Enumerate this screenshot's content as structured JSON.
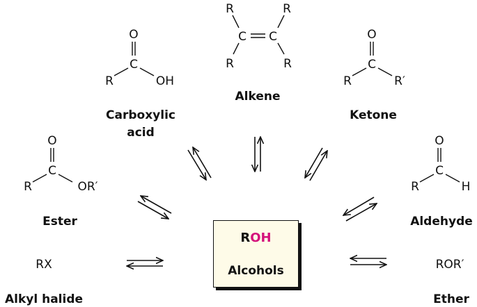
{
  "colors": {
    "text": "#111111",
    "hydroxyl_highlight": "#d4127b",
    "center_box_fill": "#fefbe8",
    "background": "#ffffff"
  },
  "center": {
    "formula_r": "R",
    "formula_oh": "OH",
    "label": "Alcohols"
  },
  "groups": {
    "alkene": {
      "label": "Alkene",
      "atoms": {
        "r_top_left": "R",
        "r_top_right": "R",
        "c_left": "C",
        "c_right": "C",
        "r_bottom_left": "R",
        "r_bottom_right": "R"
      }
    },
    "carboxylic_acid": {
      "label_line1": "Carboxylic",
      "label_line2": "acid",
      "atoms": {
        "o": "O",
        "c": "C",
        "r": "R",
        "oh": "OH"
      }
    },
    "ketone": {
      "label": "Ketone",
      "atoms": {
        "o": "O",
        "c": "C",
        "r": "R",
        "r_prime": "R′"
      }
    },
    "ester": {
      "label": "Ester",
      "atoms": {
        "o": "O",
        "c": "C",
        "r": "R",
        "or_prime": "OR′"
      }
    },
    "aldehyde": {
      "label": "Aldehyde",
      "atoms": {
        "o": "O",
        "c": "C",
        "r": "R",
        "h": "H"
      }
    },
    "alkyl_halide": {
      "label": "Alkyl halide",
      "formula": "RX"
    },
    "ether": {
      "label": "Ether",
      "formula": "ROR′"
    }
  },
  "arrows": [
    {
      "from": "carboxylic_acid",
      "to": "alcohols",
      "type": "equilibrium"
    },
    {
      "from": "alkene",
      "to": "alcohols",
      "type": "equilibrium"
    },
    {
      "from": "ketone",
      "to": "alcohols",
      "type": "equilibrium"
    },
    {
      "from": "ester",
      "to": "alcohols",
      "type": "equilibrium"
    },
    {
      "from": "aldehyde",
      "to": "alcohols",
      "type": "equilibrium"
    },
    {
      "from": "alkyl_halide",
      "to": "alcohols",
      "type": "equilibrium"
    },
    {
      "from": "ether",
      "to": "alcohols",
      "type": "equilibrium"
    }
  ]
}
